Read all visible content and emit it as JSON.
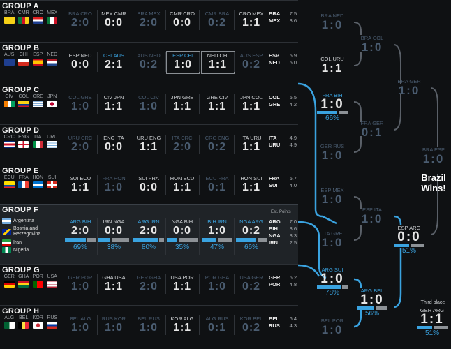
{
  "colors": {
    "accent": "#3aa3e0",
    "bar_gray": "#8c9196",
    "dim": "#4a5c70",
    "bg": "#0f1113"
  },
  "groups": [
    {
      "title": "GROUP A",
      "teams": [
        {
          "code": "BRA",
          "icon": "brazil-flag"
        },
        {
          "code": "CMR",
          "icon": "cameroon-flag"
        },
        {
          "code": "CRO",
          "icon": "croatia-flag"
        },
        {
          "code": "MEX",
          "icon": "mexico-flag"
        }
      ],
      "matches": [
        {
          "t": "BRA  CRO",
          "s": "2:0",
          "st": "dim"
        },
        {
          "t": "MEX  CMR",
          "s": "0:0",
          "st": "normal"
        },
        {
          "t": "BRA  MEX",
          "s": "2:0",
          "st": "dim"
        },
        {
          "t": "CMR  CRO",
          "s": "0:0",
          "st": "normal"
        },
        {
          "t": "CMR  BRA",
          "s": "0:2",
          "st": "dim"
        },
        {
          "t": "CRO  MEX",
          "s": "1:1",
          "st": "normal"
        }
      ],
      "points": [
        {
          "c": "BRA",
          "v": "7.5"
        },
        {
          "c": "MEX",
          "v": "3.6"
        }
      ]
    },
    {
      "title": "GROUP B",
      "teams": [
        {
          "code": "AUS",
          "icon": "australia-flag"
        },
        {
          "code": "CHI",
          "icon": "chile-flag"
        },
        {
          "code": "ESP",
          "icon": "spain-flag"
        },
        {
          "code": "NED",
          "icon": "netherlands-flag"
        }
      ],
      "matches": [
        {
          "t": "ESP  NED",
          "s": "0:0",
          "st": "normal"
        },
        {
          "t": "CHI  AUS",
          "s": "2:1",
          "st": "blue"
        },
        {
          "t": "AUS  NED",
          "s": "0:2",
          "st": "dim"
        },
        {
          "t": "ESP  CHI",
          "s": "1:0",
          "st": "box-blue"
        },
        {
          "t": "NED  CHI",
          "s": "1:1",
          "st": "box"
        },
        {
          "t": "AUS  ESP",
          "s": "0:2",
          "st": "dim"
        }
      ],
      "points": [
        {
          "c": "ESP",
          "v": "5.9"
        },
        {
          "c": "NED",
          "v": "5.0"
        }
      ]
    },
    {
      "title": "GROUP C",
      "teams": [
        {
          "code": "CIV",
          "icon": "ivory-coast-flag"
        },
        {
          "code": "COL",
          "icon": "colombia-flag"
        },
        {
          "code": "GRE",
          "icon": "greece-flag"
        },
        {
          "code": "JPN",
          "icon": "japan-flag"
        }
      ],
      "matches": [
        {
          "t": "COL  GRE",
          "s": "1:0",
          "st": "dim"
        },
        {
          "t": "CIV  JPN",
          "s": "1:1",
          "st": "normal"
        },
        {
          "t": "COL  CIV",
          "s": "1:0",
          "st": "dim"
        },
        {
          "t": "JPN  GRE",
          "s": "1:1",
          "st": "normal"
        },
        {
          "t": "GRE  CIV",
          "s": "1:1",
          "st": "normal"
        },
        {
          "t": "JPN  COL",
          "s": "1:1",
          "st": "normal"
        }
      ],
      "points": [
        {
          "c": "COL",
          "v": "5.5"
        },
        {
          "c": "GRE",
          "v": "4.2"
        }
      ]
    },
    {
      "title": "GROUP D",
      "teams": [
        {
          "code": "CRC",
          "icon": "costa-rica-flag"
        },
        {
          "code": "ENG",
          "icon": "england-flag"
        },
        {
          "code": "ITA",
          "icon": "italy-flag"
        },
        {
          "code": "URU",
          "icon": "uruguay-flag"
        }
      ],
      "matches": [
        {
          "t": "URU  CRC",
          "s": "2:0",
          "st": "dim"
        },
        {
          "t": "ENG  ITA",
          "s": "0:0",
          "st": "normal"
        },
        {
          "t": "URU  ENG",
          "s": "1:1",
          "st": "normal"
        },
        {
          "t": "ITA  CRC",
          "s": "2:0",
          "st": "dim"
        },
        {
          "t": "CRC  ENG",
          "s": "0:2",
          "st": "dim"
        },
        {
          "t": "ITA  URU",
          "s": "1:1",
          "st": "normal"
        }
      ],
      "points": [
        {
          "c": "ITA",
          "v": "4.9"
        },
        {
          "c": "URU",
          "v": "4.9"
        }
      ]
    },
    {
      "title": "GROUP E",
      "teams": [
        {
          "code": "ECU",
          "icon": "ecuador-flag"
        },
        {
          "code": "FRA",
          "icon": "france-flag"
        },
        {
          "code": "HON",
          "icon": "honduras-flag"
        },
        {
          "code": "SUI",
          "icon": "switzerland-flag"
        }
      ],
      "matches": [
        {
          "t": "SUI  ECU",
          "s": "1:1",
          "st": "normal"
        },
        {
          "t": "FRA  HON",
          "s": "1:0",
          "st": "dim"
        },
        {
          "t": "SUI  FRA",
          "s": "0:0",
          "st": "normal"
        },
        {
          "t": "HON  ECU",
          "s": "1:1",
          "st": "normal"
        },
        {
          "t": "ECU  FRA",
          "s": "0:1",
          "st": "dim"
        },
        {
          "t": "HON  SUI",
          "s": "1:1",
          "st": "normal"
        }
      ],
      "points": [
        {
          "c": "FRA",
          "v": "5.7"
        },
        {
          "c": "SUI",
          "v": "4.0"
        }
      ]
    },
    {
      "title": "GROUP F",
      "selected": true,
      "points_header": "Est. Points",
      "names": [
        {
          "n": "Argentina",
          "icon": "argentina-flag"
        },
        {
          "n": "Bosnia and Herzegovina",
          "icon": "bosnia-flag"
        },
        {
          "n": "Iran",
          "icon": "iran-flag"
        },
        {
          "n": "Nigeria",
          "icon": "nigeria-flag"
        }
      ],
      "matches": [
        {
          "t": "ARG  BIH",
          "s": "2:0",
          "st": "blue",
          "pct": "69%",
          "bar": 0.69
        },
        {
          "t": "IRN  NGA",
          "s": "0:0",
          "st": "normal",
          "pct": "38%",
          "bar": 0.38
        },
        {
          "t": "ARG  IRN",
          "s": "2:0",
          "st": "blue",
          "pct": "80%",
          "bar": 0.8
        },
        {
          "t": "NGA  BIH",
          "s": "0:0",
          "st": "normal",
          "pct": "35%",
          "bar": 0.35
        },
        {
          "t": "BIH  IRN",
          "s": "1:0",
          "st": "blue",
          "pct": "47%",
          "bar": 0.47
        },
        {
          "t": "NGA  ARG",
          "s": "0:2",
          "st": "blue",
          "pct": "66%",
          "bar": 0.66
        }
      ],
      "points": [
        {
          "c": "ARG",
          "v": "7.0"
        },
        {
          "c": "BIH",
          "v": "3.6"
        },
        {
          "c": "NGA",
          "v": "3.3"
        },
        {
          "c": "IRN",
          "v": "2.5"
        }
      ]
    },
    {
      "title": "GROUP G",
      "teams": [
        {
          "code": "GER",
          "icon": "germany-flag"
        },
        {
          "code": "GHA",
          "icon": "ghana-flag"
        },
        {
          "code": "POR",
          "icon": "portugal-flag"
        },
        {
          "code": "USA",
          "icon": "usa-flag"
        }
      ],
      "matches": [
        {
          "t": "GER  POR",
          "s": "1:0",
          "st": "dim"
        },
        {
          "t": "GHA  USA",
          "s": "1:1",
          "st": "normal"
        },
        {
          "t": "GER  GHA",
          "s": "2:0",
          "st": "dim"
        },
        {
          "t": "USA  POR",
          "s": "1:1",
          "st": "normal"
        },
        {
          "t": "POR  GHA",
          "s": "1:0",
          "st": "dim"
        },
        {
          "t": "USA  GER",
          "s": "0:2",
          "st": "dim"
        }
      ],
      "points": [
        {
          "c": "GER",
          "v": "6.2"
        },
        {
          "c": "POR",
          "v": "4.8"
        }
      ]
    },
    {
      "title": "GROUP H",
      "teams": [
        {
          "code": "ALG",
          "icon": "algeria-flag"
        },
        {
          "code": "BEL",
          "icon": "belgium-flag"
        },
        {
          "code": "KOR",
          "icon": "korea-flag"
        },
        {
          "code": "RUS",
          "icon": "russia-flag"
        }
      ],
      "matches": [
        {
          "t": "BEL  ALG",
          "s": "1:0",
          "st": "dim"
        },
        {
          "t": "RUS  KOR",
          "s": "1:0",
          "st": "dim"
        },
        {
          "t": "BEL  RUS",
          "s": "1:0",
          "st": "dim"
        },
        {
          "t": "KOR  ALG",
          "s": "1:1",
          "st": "normal"
        },
        {
          "t": "ALG  RUS",
          "s": "0:1",
          "st": "dim"
        },
        {
          "t": "KOR  BEL",
          "s": "0:2",
          "st": "dim"
        }
      ],
      "points": [
        {
          "c": "BEL",
          "v": "6.4"
        },
        {
          "c": "RUS",
          "v": "4.3"
        }
      ]
    }
  ],
  "bracket": {
    "r16": [
      {
        "t": "BRA  NED",
        "s": "1:0",
        "st": "dim"
      },
      {
        "t": "COL  URU",
        "s": "1:1",
        "st": "normal"
      },
      {
        "t": "FRA  BIH",
        "s": "1:0",
        "st": "blue",
        "pct": "66%",
        "bar": 0.66
      },
      {
        "t": "GER  RUS",
        "s": "1:0",
        "st": "dim"
      },
      {
        "t": "ESP  MEX",
        "s": "1:0",
        "st": "dim"
      },
      {
        "t": "ITA  GRE",
        "s": "1:0",
        "st": "dim"
      },
      {
        "t": "ARG  SUI",
        "s": "1:0",
        "st": "blue",
        "pct": "78%",
        "bar": 0.78
      },
      {
        "t": "BEL  POR",
        "s": "1:0",
        "st": "dim"
      }
    ],
    "qf": [
      {
        "t": "BRA  COL",
        "s": "1:0",
        "st": "dim"
      },
      {
        "t": "FRA  GER",
        "s": "0:1",
        "st": "dim"
      },
      {
        "t": "ESP  ITA",
        "s": "1:0",
        "st": "dim"
      },
      {
        "t": "ARG  BEL",
        "s": "1:0",
        "st": "blue",
        "pct": "56%",
        "bar": 0.56
      }
    ],
    "sf": [
      {
        "t": "BRA  GER",
        "s": "1:0",
        "st": "dim"
      },
      {
        "t": "ESP  ARG",
        "s": "0:0",
        "st": "normal",
        "pct": "51%",
        "bar": 0.51
      }
    ],
    "final": {
      "t": "BRA  ESP",
      "s": "1:0",
      "st": "dim"
    },
    "winner_text": "Brazil Wins!",
    "third": {
      "label": "Third place",
      "t": "GER  ARG",
      "s": "1:1",
      "st": "normal",
      "pct": "51%",
      "bar": 0.51
    }
  }
}
